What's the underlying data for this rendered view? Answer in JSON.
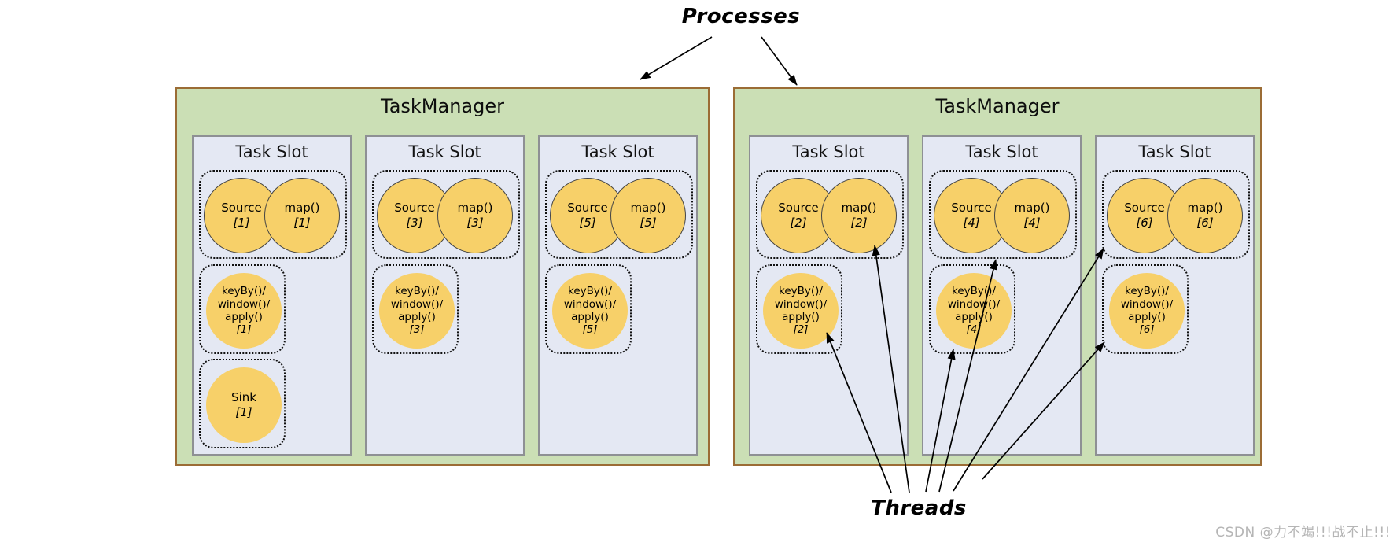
{
  "labels": {
    "processes": "Processes",
    "threads": "Threads"
  },
  "watermark": "CSDN @力不竭!!!战不止!!!",
  "colors": {
    "taskmanager_bg": "#cbdfb5",
    "taskmanager_border": "#9b6c35",
    "slot_bg": "#e4e8f3",
    "slot_border": "#8e9094",
    "operator_fill": "#f7d069",
    "operator_border": "#444444",
    "arrow": "#000000",
    "watermark_text": "#b5b5b5"
  },
  "taskmanagers": [
    {
      "title": "TaskManager",
      "slots": [
        {
          "title": "Task Slot",
          "pair": {
            "c1": {
              "name": "Source",
              "idx": "[1]"
            },
            "c2": {
              "name": "map()",
              "idx": "[1]"
            }
          },
          "keyby": {
            "l1": "keyBy()/",
            "l2": "window()/",
            "l3": "apply()",
            "idx": "[1]"
          },
          "sink": {
            "name": "Sink",
            "idx": "[1]"
          }
        },
        {
          "title": "Task Slot",
          "pair": {
            "c1": {
              "name": "Source",
              "idx": "[3]"
            },
            "c2": {
              "name": "map()",
              "idx": "[3]"
            }
          },
          "keyby": {
            "l1": "keyBy()/",
            "l2": "window()/",
            "l3": "apply()",
            "idx": "[3]"
          }
        },
        {
          "title": "Task Slot",
          "pair": {
            "c1": {
              "name": "Source",
              "idx": "[5]"
            },
            "c2": {
              "name": "map()",
              "idx": "[5]"
            }
          },
          "keyby": {
            "l1": "keyBy()/",
            "l2": "window()/",
            "l3": "apply()",
            "idx": "[5]"
          }
        }
      ]
    },
    {
      "title": "TaskManager",
      "slots": [
        {
          "title": "Task Slot",
          "pair": {
            "c1": {
              "name": "Source",
              "idx": "[2]"
            },
            "c2": {
              "name": "map()",
              "idx": "[2]"
            }
          },
          "keyby": {
            "l1": "keyBy()/",
            "l2": "window()/",
            "l3": "apply()",
            "idx": "[2]"
          }
        },
        {
          "title": "Task Slot",
          "pair": {
            "c1": {
              "name": "Source",
              "idx": "[4]"
            },
            "c2": {
              "name": "map()",
              "idx": "[4]"
            }
          },
          "keyby": {
            "l1": "keyBy()/",
            "l2": "window()/",
            "l3": "apply()",
            "idx": "[4]"
          }
        },
        {
          "title": "Task Slot",
          "pair": {
            "c1": {
              "name": "Source",
              "idx": "[6]"
            },
            "c2": {
              "name": "map()",
              "idx": "[6]"
            }
          },
          "keyby": {
            "l1": "keyBy()/",
            "l2": "window()/",
            "l3": "apply()",
            "idx": "[6]"
          }
        }
      ]
    }
  ]
}
